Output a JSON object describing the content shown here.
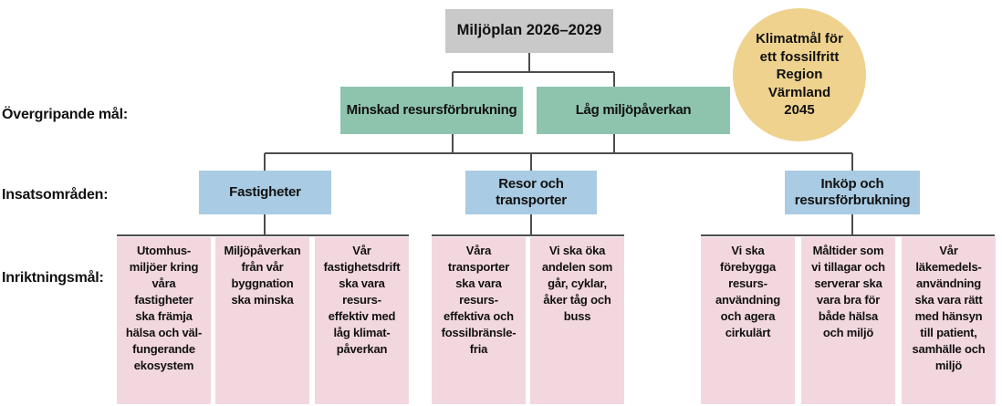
{
  "colors": {
    "background": "#ffffff",
    "gray": "#c9c9c9",
    "green": "#8ec4ae",
    "blue": "#a9cbe3",
    "pink": "#f2d7de",
    "yellow": "#eed28e",
    "line": "#4d4d4d",
    "text": "#111111"
  },
  "row_labels": {
    "overall_goals": "Övergripande mål:",
    "focus_areas": "Insatsområden:",
    "direction_goals": "Inriktningsmål:"
  },
  "root": {
    "title": "Miljöplan 2026–2029"
  },
  "climate_goal_badge": {
    "text": "Klimatmål för\nett fossilfritt\nRegion\nVärmland\n2045"
  },
  "overall_goals": [
    {
      "label": "Minskad resursförbrukning"
    },
    {
      "label": "Låg miljöpåverkan"
    }
  ],
  "focus_areas": [
    {
      "label": "Fastigheter"
    },
    {
      "label": "Resor och\ntransporter"
    },
    {
      "label": "Inköp och\nresursförbrukning"
    }
  ],
  "direction_goals": [
    {
      "focus_area": "Fastigheter",
      "items": [
        {
          "text": "Utomhus-\nmiljöer kring\nvåra\nfastigheter\nska främja\nhälsa och väl-\nfungerande\nekosystem"
        },
        {
          "text": "Miljöpåverkan\nfrån vår\nbyggnation\nska minska"
        },
        {
          "text": "Vår\nfastighetsdrift\nska vara\nresurs-\neffektiv med\nlåg klimat-\npåverkan"
        }
      ]
    },
    {
      "focus_area": "Resor och transporter",
      "items": [
        {
          "text": "Våra\ntransporter\nska vara\nresurs-\neffektiva och\nfossilbränsle-\nfria"
        },
        {
          "text": "Vi ska öka\nandelen som\ngår, cyklar,\nåker tåg och\nbuss"
        }
      ]
    },
    {
      "focus_area": "Inköp och resursförbrukning",
      "items": [
        {
          "text": "Vi ska\nförebygga\nresurs-\nanvändning\noch agera\ncirkulärt"
        },
        {
          "text": "Måltider som\nvi tillagar och\nserverar ska\nvara bra för\nbåde hälsa\noch miljö"
        },
        {
          "text": "Vår\nläkemedels-\nanvändning\nska vara rätt\nmed hänsyn\ntill patient,\nsamhälle och\nmiljö"
        }
      ]
    }
  ]
}
